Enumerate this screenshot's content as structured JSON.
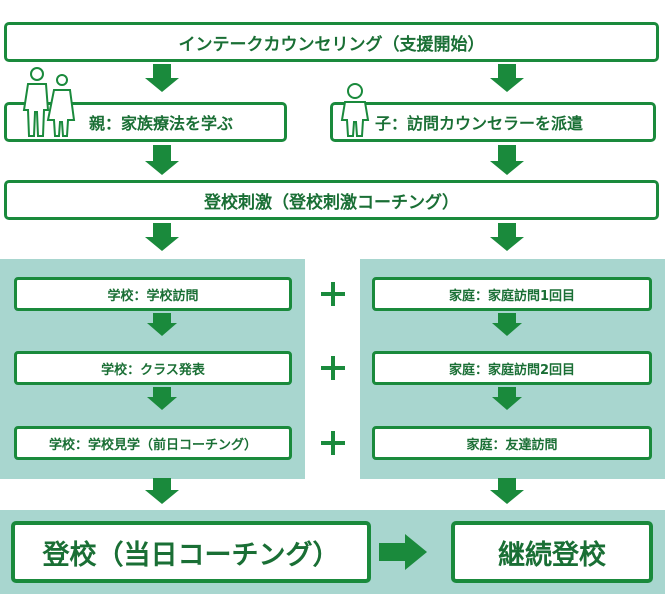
{
  "colors": {
    "green": "#1a8a3c",
    "text": "#1a6f35",
    "panel": "#a8d6cf"
  },
  "intake": "インテークカウンセリング（支援開始）",
  "parent_step": "親：家族療法を学ぶ",
  "child_step": "子：訪問カウンセラーを派遣",
  "stimulus": "登校刺激（登校刺激コーチング）",
  "school_steps": [
    "学校：学校訪問",
    "学校：クラス発表",
    "学校：学校見学（前日コーチング）"
  ],
  "home_steps": [
    "家庭：家庭訪問1回目",
    "家庭：家庭訪問2回目",
    "家庭：友達訪問"
  ],
  "attend_day": "登校（当日コーチング）",
  "continue": "継続登校",
  "icons": {
    "parents": "parents-icon",
    "child": "child-icon"
  }
}
